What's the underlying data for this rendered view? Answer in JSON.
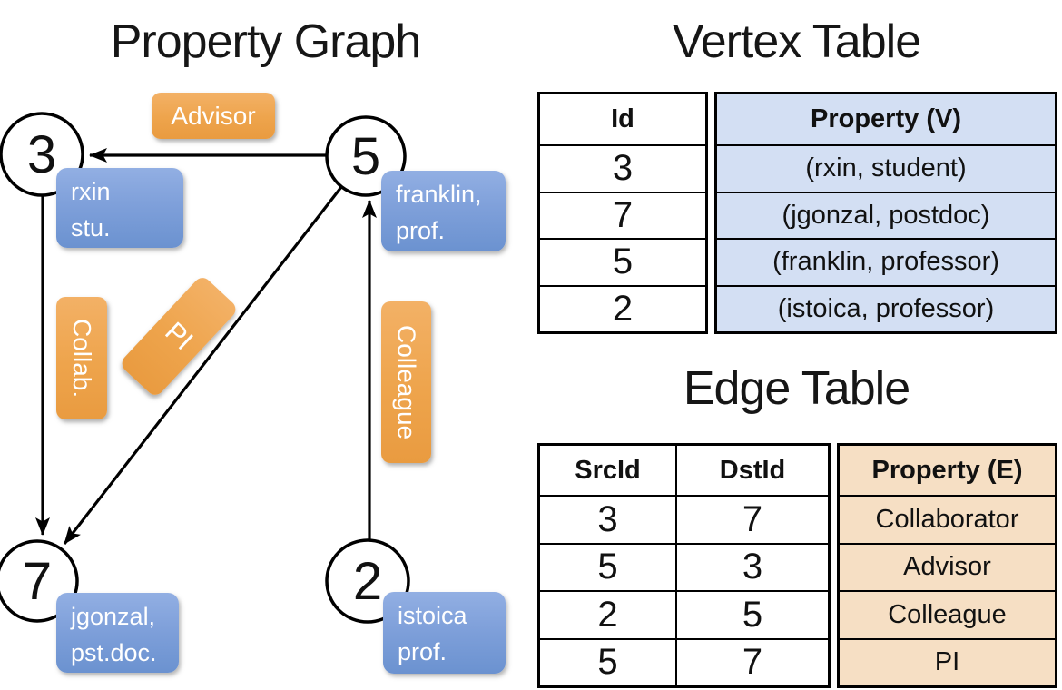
{
  "titles": {
    "graph": "Property Graph",
    "vertex_table": "Vertex Table",
    "edge_table": "Edge Table"
  },
  "graph": {
    "nodes": [
      {
        "id": "3",
        "property_lines": [
          "rxin",
          "stu."
        ]
      },
      {
        "id": "5",
        "property_lines": [
          "franklin,",
          "prof."
        ]
      },
      {
        "id": "7",
        "property_lines": [
          "jgonzal,",
          "pst.doc."
        ]
      },
      {
        "id": "2",
        "property_lines": [
          "istoica",
          "prof."
        ]
      }
    ],
    "edge_labels": {
      "advisor": "Advisor",
      "collab": "Collab.",
      "pi": "PI",
      "colleague": "Colleague"
    }
  },
  "vertex_table": {
    "headers": {
      "id": "Id",
      "property": "Property (V)"
    },
    "rows": [
      {
        "id": "3",
        "property": "(rxin, student)"
      },
      {
        "id": "7",
        "property": "(jgonzal, postdoc)"
      },
      {
        "id": "5",
        "property": "(franklin, professor)"
      },
      {
        "id": "2",
        "property": "(istoica, professor)"
      }
    ]
  },
  "edge_table": {
    "headers": {
      "src": "SrcId",
      "dst": "DstId",
      "property": "Property (E)"
    },
    "rows": [
      {
        "src": "3",
        "dst": "7",
        "property": "Collaborator"
      },
      {
        "src": "5",
        "dst": "3",
        "property": "Advisor"
      },
      {
        "src": "2",
        "dst": "5",
        "property": "Colleague"
      },
      {
        "src": "5",
        "dst": "7",
        "property": "PI"
      }
    ]
  },
  "colors": {
    "edge_label_orange_top": "#F3B166",
    "edge_label_orange_bottom": "#E99B40",
    "vertex_label_blue_top": "#92AFE3",
    "vertex_label_blue_bottom": "#6B92D0",
    "vertex_table_cell_blue": "#D3DFF3",
    "edge_table_cell_peach": "#F6DFC4",
    "line_black": "#000000"
  }
}
